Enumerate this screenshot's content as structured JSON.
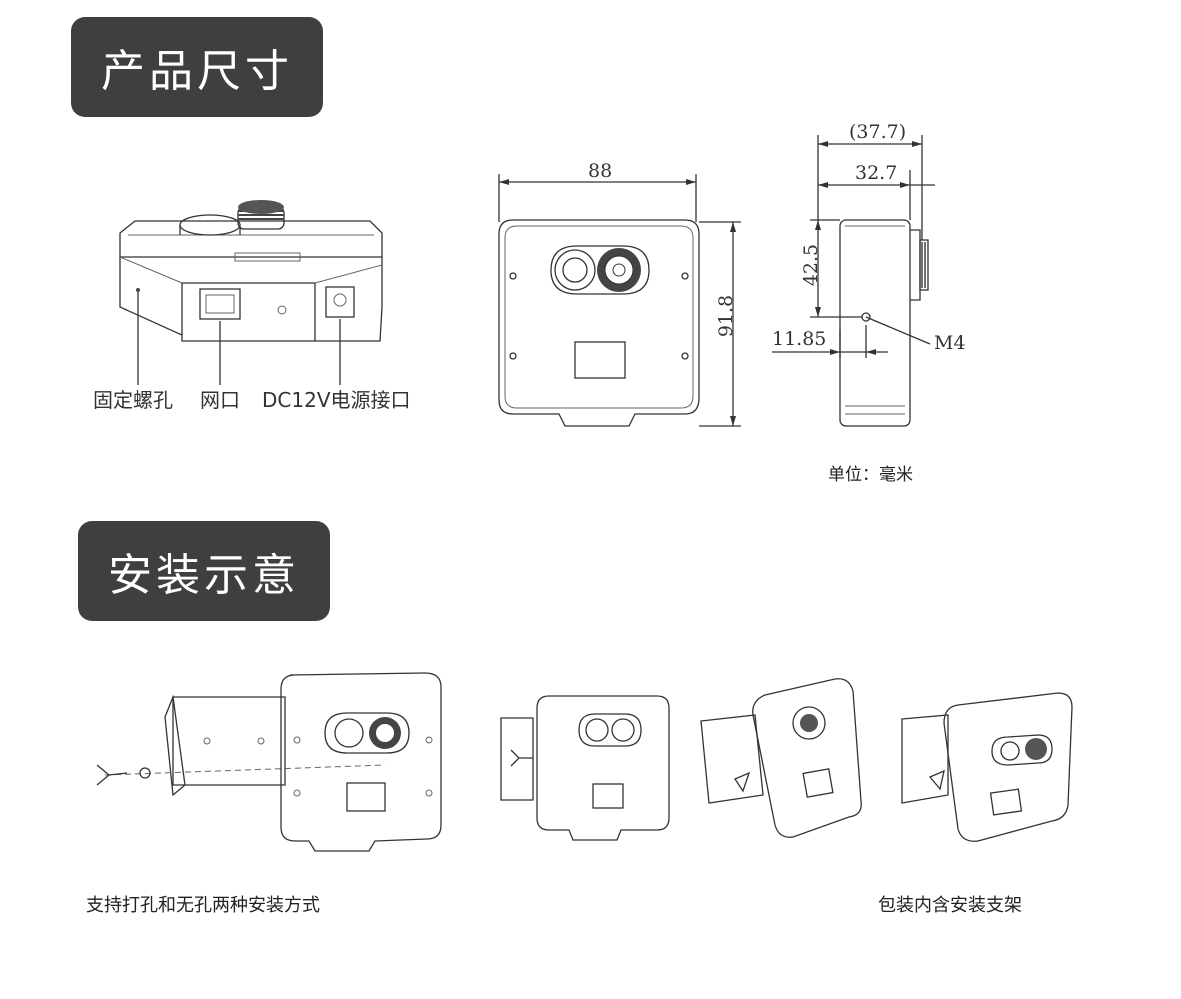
{
  "sections": {
    "dimensions_title": "产品尺寸",
    "installation_title": "安装示意"
  },
  "product_labels": {
    "mount_hole": "固定螺孔",
    "network_port": "网口",
    "power_port": "DC12V电源接口"
  },
  "dimensions": {
    "width": "88",
    "height": "91.8",
    "depth_total": "(37.7)",
    "depth_body": "32.7",
    "hole_top": "42.5",
    "hole_side": "11.85",
    "thread": "M4",
    "unit": "单位：毫米"
  },
  "installation": {
    "caption_left": "支持打孔和无孔两种安装方式",
    "caption_right": "包装内含安装支架"
  }
}
